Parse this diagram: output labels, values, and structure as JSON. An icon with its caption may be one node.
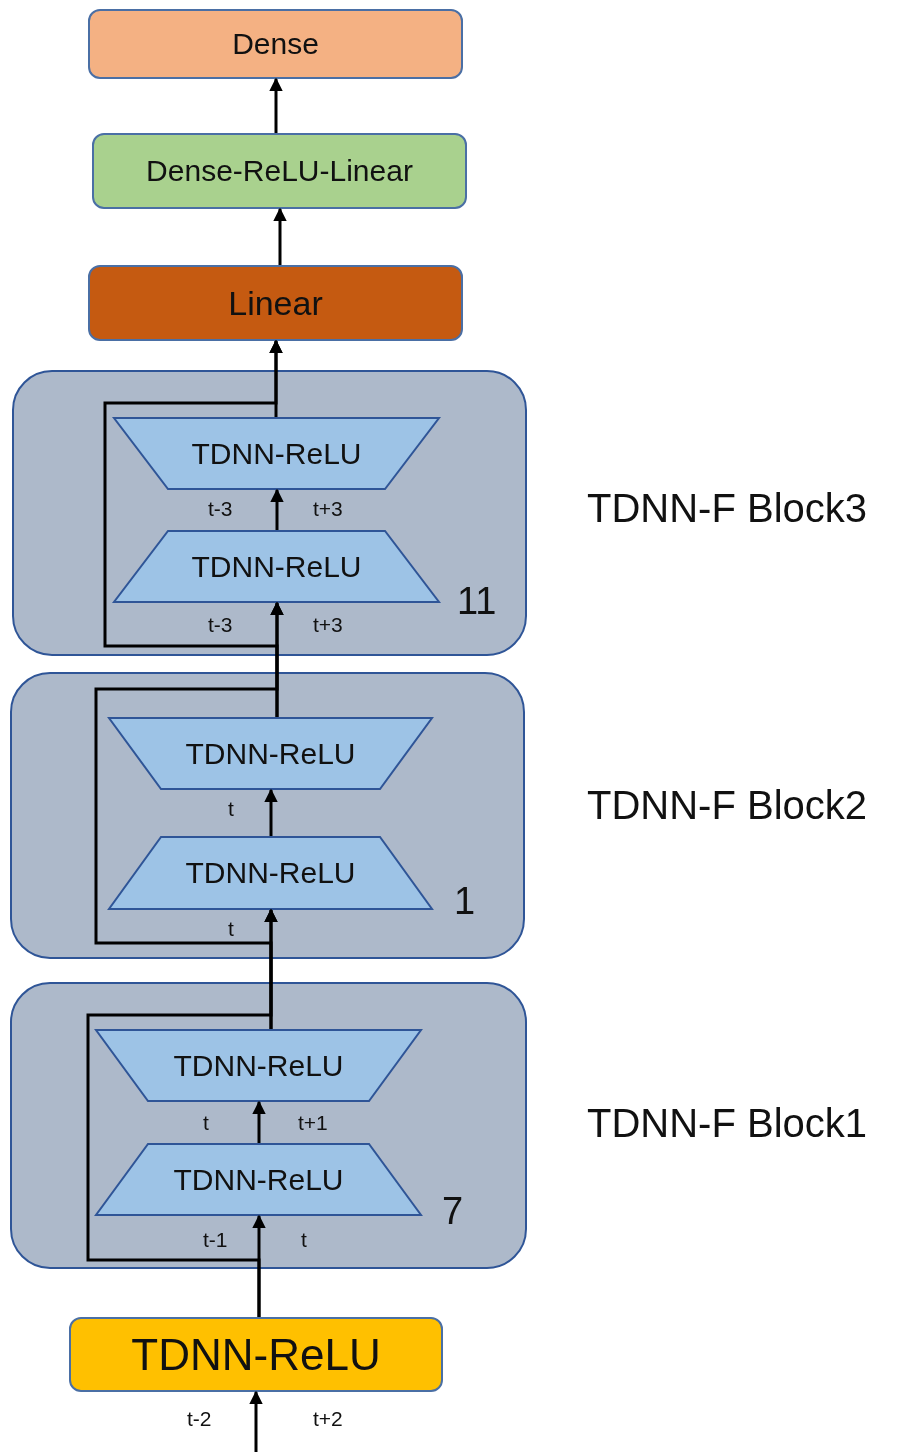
{
  "diagram": {
    "nodes": [
      {
        "text": [
          "Dense"
        ]
      },
      {
        "text": [
          "Dense-ReLU-Linear"
        ]
      },
      {
        "text": [
          "Linear"
        ]
      },
      {
        "text": [
          "11"
        ],
        "beside": [
          "TDNN-F Block3"
        ]
      },
      {
        "text": [
          "TDNN-ReLU"
        ],
        "in": 3
      },
      {
        "text": [
          "TDNN-ReLU"
        ],
        "in": 3
      },
      {
        "text": [
          "1"
        ],
        "beside": [
          "TDNN-F Block2"
        ]
      },
      {
        "text": [
          "TDNN-ReLU"
        ],
        "in": 6
      },
      {
        "text": [
          "TDNN-ReLU"
        ],
        "in": 6
      },
      {
        "text": [
          "7"
        ],
        "beside": [
          "TDNN-F Block1"
        ]
      },
      {
        "text": [
          "TDNN-ReLU"
        ],
        "in": 9
      },
      {
        "text": [
          "TDNN-ReLU"
        ],
        "in": 9
      },
      {
        "text": [
          "TDNN-ReLU"
        ]
      }
    ],
    "edges": [
      {
        "from": null,
        "to": 12,
        "arrow": "to"
      },
      {
        "from": 12,
        "to": 11,
        "arrow": "to"
      },
      {
        "from": 11,
        "to": 10,
        "arrow": "to"
      },
      {
        "from": 10,
        "to": 8,
        "arrow": "to"
      },
      {
        "from": 12,
        "to": 8,
        "arrow": "to"
      },
      {
        "from": 8,
        "to": 7,
        "arrow": "to"
      },
      {
        "from": 7,
        "to": 5,
        "arrow": "to"
      },
      {
        "from": 10,
        "to": 5,
        "arrow": "to"
      },
      {
        "from": 5,
        "to": 4,
        "arrow": "to"
      },
      {
        "from": 4,
        "to": 2,
        "arrow": "to"
      },
      {
        "from": 7,
        "to": 2,
        "arrow": "to"
      },
      {
        "from": 2,
        "to": 1,
        "arrow": "to"
      },
      {
        "from": 1,
        "to": 0,
        "arrow": "to"
      }
    ],
    "labels": [
      "t-3",
      "t+3",
      "t-3",
      "t+3",
      "t",
      "t",
      "t",
      "t+1",
      "t-1",
      "t",
      "t-2",
      "t+2"
    ]
  }
}
